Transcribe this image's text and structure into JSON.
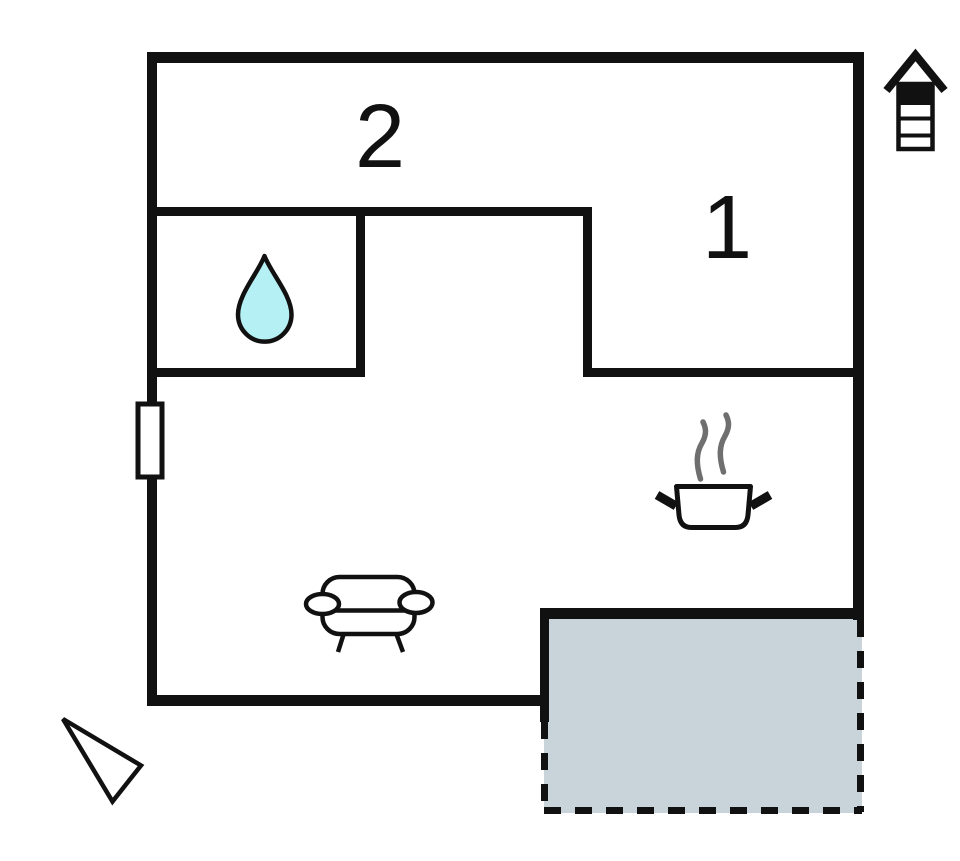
{
  "floorplan": {
    "room_labels": {
      "room_1": "1",
      "room_2": "2"
    },
    "icons": {
      "storey_indicator": "storey-indicator-icon",
      "storey_bands": 4,
      "storey_highlighted_band_from_top": 1,
      "bathroom": "water-drop-icon",
      "kitchen": "cooking-pot-icon",
      "living_room": "sofa-icon",
      "window": "window-marker",
      "compass": "north-arrow-icon",
      "terrace": "dashed-terrace-area"
    },
    "colors": {
      "wall": "#111111",
      "terrace_fill": "#c9d4da",
      "drop_fill": "#b5f0f4",
      "steam": "#6f6f6f",
      "background": "#ffffff"
    }
  }
}
